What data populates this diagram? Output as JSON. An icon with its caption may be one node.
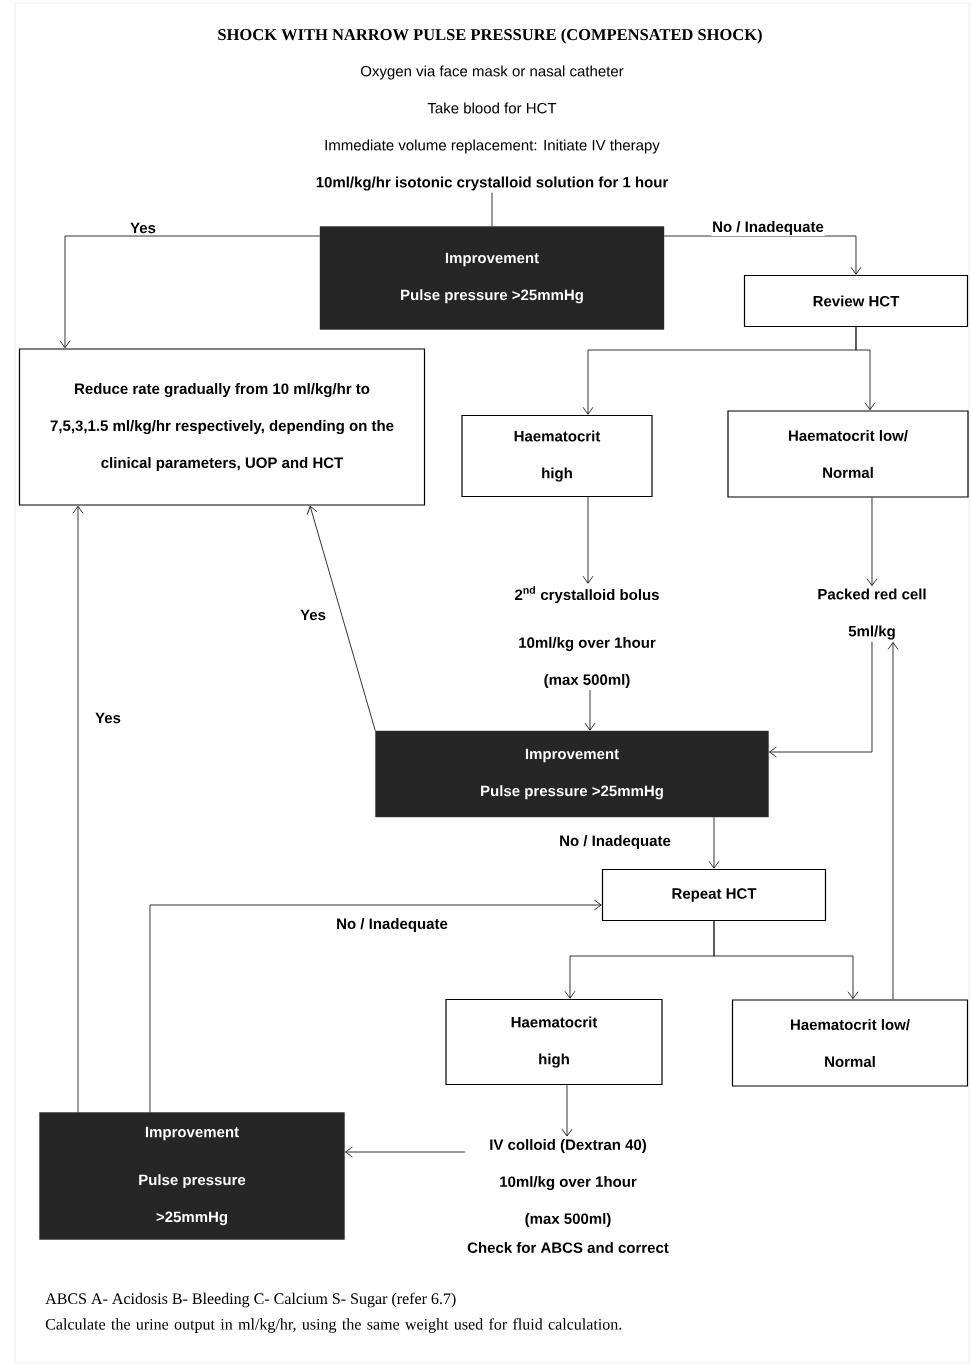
{
  "diagram": {
    "title": "SHOCK WITH NARROW PULSE PRESSURE (COMPENSATED SHOCK)",
    "nodes": [
      {
        "text": [
          "Oxygen via face mask or nasal catheter",
          "Take blood for HCT",
          "Immediate volume replacement: Initiate IV therapy",
          "10ml/kg/hr isotonic crystalloid solution for 1 hour"
        ]
      },
      {
        "text": [
          "Improvement",
          "Pulse pressure >25mmHg"
        ]
      },
      {
        "text": [
          "Review HCT"
        ]
      },
      {
        "text": [
          "Reduce rate gradually from 10 ml/kg/hr to 7,5,3,1.5 ml/kg/hr respectively, depending on the clinical parameters, UOP and HCT"
        ]
      },
      {
        "text": [
          "Haematocrit high"
        ]
      },
      {
        "text": [
          "Haematocrit low/ Normal"
        ]
      },
      {
        "text": [
          "\\text{2}^{\\text{nd}}\\text{ crystalloid bolus}",
          "10ml/kg over 1hour (max 500ml)"
        ]
      },
      {
        "text": [
          "Packed red cell 5ml/kg"
        ]
      },
      {
        "text": [
          "Improvement",
          "Pulse pressure >25mmHg"
        ]
      },
      {
        "text": [
          "Repeat HCT"
        ]
      },
      {
        "text": [
          "Haematocrit high"
        ]
      },
      {
        "text": [
          "Haematocrit low/ Normal"
        ]
      },
      {
        "text": [
          "IV colloid (Dextran 40) 10ml/kg over 1hour (max 500ml)",
          "Check for ABCS and correct"
        ]
      },
      {
        "text": [
          "Improvement",
          "Pulse pressure >25mmHg"
        ]
      }
    ],
    "edges": [
      {
        "from": 0,
        "to": 1,
        "arrow": "none"
      },
      {
        "from": 1,
        "to": 3,
        "arrow": "to",
        "label": "Yes"
      },
      {
        "from": 1,
        "to": 2,
        "arrow": "to",
        "label": "No / Inadequate"
      },
      {
        "from": 2,
        "to": 4,
        "arrow": "to"
      },
      {
        "from": 2,
        "to": 5,
        "arrow": "to"
      },
      {
        "from": 4,
        "to": 6,
        "arrow": "to"
      },
      {
        "from": 5,
        "to": 7,
        "arrow": "to"
      },
      {
        "from": 6,
        "to": 8,
        "arrow": "to"
      },
      {
        "from": 7,
        "to": 8,
        "arrow": "to"
      },
      {
        "from": 8,
        "to": 3,
        "arrow": "to",
        "label": "Yes"
      },
      {
        "from": 8,
        "to": 9,
        "arrow": "to",
        "label": "No / Inadequate"
      },
      {
        "from": 9,
        "to": 10,
        "arrow": "to"
      },
      {
        "from": 9,
        "to": 11,
        "arrow": "to"
      },
      {
        "from": 10,
        "to": 12,
        "arrow": "to"
      },
      {
        "from": 11,
        "to": 7,
        "arrow": "to"
      },
      {
        "from": 12,
        "to": 13,
        "arrow": "to"
      },
      {
        "from": 13,
        "to": 3,
        "arrow": "to",
        "label": "Yes"
      },
      {
        "from": 13,
        "to": 9,
        "arrow": "to",
        "label": "No / Inadequate"
      }
    ],
    "labels": [
      "ABCS   A- Acidosis B- Bleeding C- Calcium S- Sugar (refer 6.7)",
      "Calculate the urine output in ml/kg/hr, using the same weight used for fluid calculation."
    ]
  }
}
